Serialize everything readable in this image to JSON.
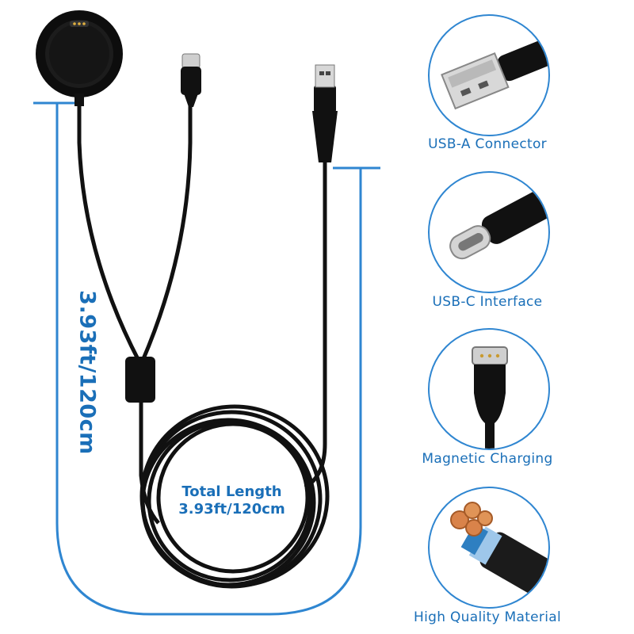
{
  "measurements": {
    "vertical_length": "3.93ft/120cm",
    "total_length_title": "Total Length",
    "total_length_value": "3.93ft/120cm"
  },
  "features": [
    {
      "label": "USB-A Connector",
      "icon": "usb-a-connector-icon"
    },
    {
      "label": "USB-C Interface",
      "icon": "usb-c-connector-icon"
    },
    {
      "label": "Magnetic Charging",
      "icon": "magnetic-charging-pin-icon"
    },
    {
      "label": "High Quality Material",
      "icon": "cable-cross-section-icon"
    }
  ],
  "colors": {
    "accent_blue": "#1a6fb8",
    "ring_blue": "#2f86d1",
    "cable_black": "#111111",
    "copper": "#d9834a"
  }
}
